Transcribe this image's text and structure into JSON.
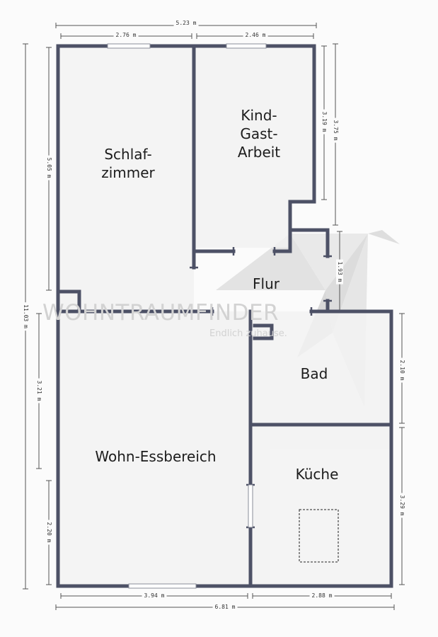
{
  "watermark": {
    "title": "WOHNTRAUMFINDER",
    "tagline": "Endlich zuhause."
  },
  "rooms": {
    "schlafzimmer": "Schlaf-\nzimmer",
    "kind_gast_arbeit": "Kind-\nGast-\nArbeit",
    "flur": "Flur",
    "bad": "Bad",
    "wohn_essbereich": "Wohn-Essbereich",
    "kueche": "Küche"
  },
  "dimensions": {
    "top_total": "5.23 m",
    "top_left": "2.76 m",
    "top_right": "2.46 m",
    "left_total": "11.03 m",
    "left_upper": "5.05 m",
    "left_middle": "3.21 m",
    "left_lower": "2.20 m",
    "right_kind": "3.19 m",
    "right_kind_total": "3.75 m",
    "right_flur": "1.93 m",
    "right_bad": "2.10 m",
    "right_kueche": "3.29 m",
    "bottom_left": "3.94 m",
    "bottom_right": "2.88 m",
    "bottom_total": "6.81 m"
  },
  "colors": {
    "wall": "#4d5166",
    "floor": "#f2f2f2",
    "background": "#fbfbfb",
    "watermark": "#d2d2d2"
  }
}
